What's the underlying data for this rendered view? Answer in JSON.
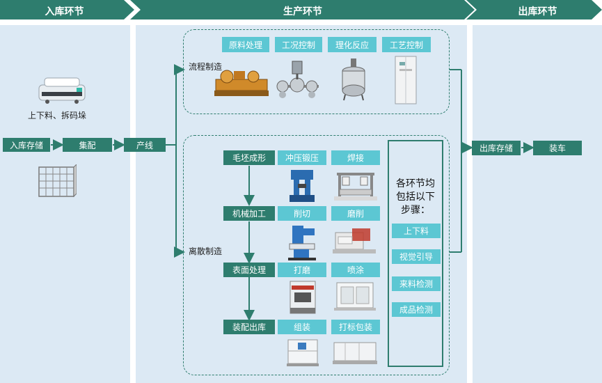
{
  "headers": {
    "inbound": "入库环节",
    "production": "生产环节",
    "outbound": "出库环节"
  },
  "inbound": {
    "agv_caption": "上下料、拆码垛",
    "storage": "入库存储",
    "distribution": "集配",
    "line": "产线"
  },
  "process_flow": {
    "label": "流程制造",
    "steps": [
      "原料处理",
      "工况控制",
      "理化反应",
      "工艺控制"
    ]
  },
  "discrete": {
    "label": "离散制造",
    "stages": [
      {
        "name": "毛坯成形",
        "ops": [
          "冲压锻压",
          "焊接"
        ]
      },
      {
        "name": "机械加工",
        "ops": [
          "削切",
          "磨削"
        ]
      },
      {
        "name": "表面处理",
        "ops": [
          "打磨",
          "喷涂"
        ]
      },
      {
        "name": "装配出库",
        "ops": [
          "组装",
          "打标包装"
        ]
      }
    ]
  },
  "summary": {
    "text_lines": [
      "各环节均",
      "包括以下",
      "步骤："
    ],
    "steps": [
      "上下料",
      "视觉引导",
      "来料检测",
      "成品检测"
    ]
  },
  "outbound": {
    "storage": "出库存储",
    "loading": "装车"
  },
  "colors": {
    "dark": "#2e7d6e",
    "light": "#5cc7d3",
    "panel": "#dce9f4"
  }
}
